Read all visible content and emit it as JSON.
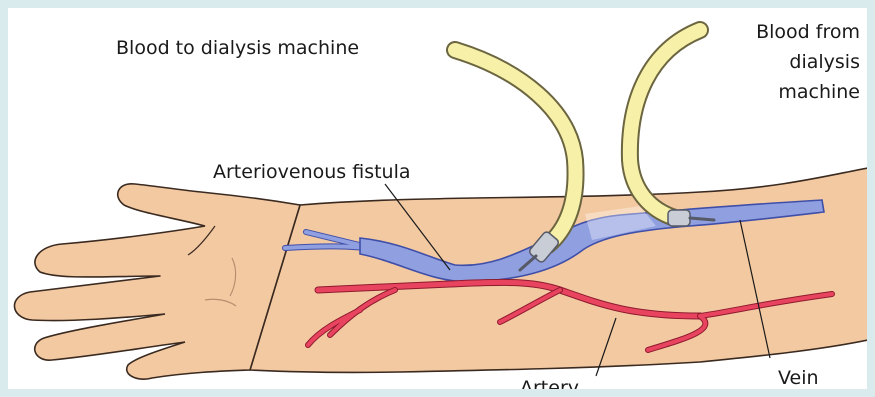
{
  "labels": {
    "blood_to": "Blood to dialysis machine",
    "blood_from_line1": "Blood from",
    "blood_from_line2": "dialysis",
    "blood_from_line3": "machine",
    "fistula": "Arteriovenous fistula",
    "artery": "Artery",
    "vein": "Vein"
  },
  "colors": {
    "border": "#d9ebec",
    "skin": "#f3c9a2",
    "skin_outline": "#3a2a20",
    "vein": "#8f9fe0",
    "vein_outline": "#3f4fa8",
    "artery": "#e8445f",
    "artery_outline": "#8e1a2e",
    "tube": "#f7f0a8",
    "tube_outline": "#6b6540"
  },
  "icons": [
    "hand-forearm-illustration",
    "dialysis-needle-icon"
  ]
}
